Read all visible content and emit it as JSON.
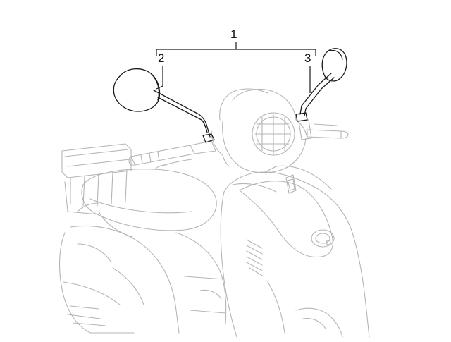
{
  "callouts": {
    "assembly": "1",
    "left_mirror": "2",
    "right_mirror": "3"
  },
  "colors": {
    "background": "#ffffff",
    "scooter_line": "#b5b5b5",
    "part_line": "#1a1a1a",
    "callout_text": "#111111"
  }
}
